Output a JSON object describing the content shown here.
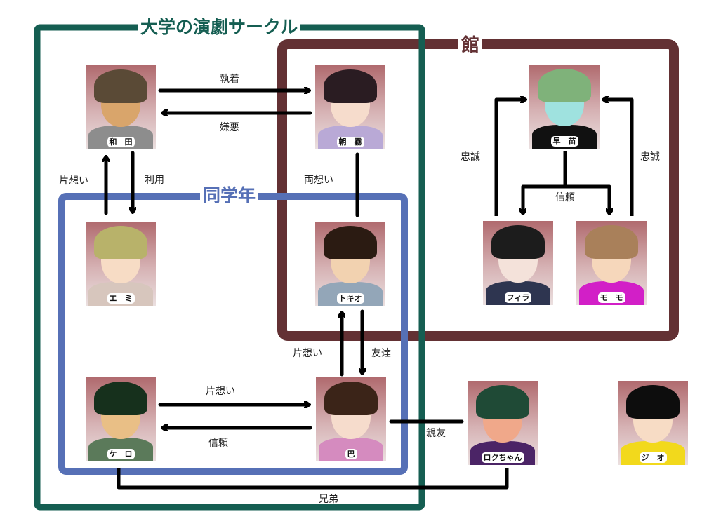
{
  "groups": {
    "circle": {
      "title": "大学の演劇サークル",
      "color": "#155e52"
    },
    "mansion": {
      "title": "館",
      "color": "#633134"
    },
    "same_year": {
      "title": "同学年",
      "color": "#5670b6"
    }
  },
  "characters": {
    "wada": {
      "name": "和　田",
      "hair": "#5a4a36",
      "skin": "#d9a56b",
      "body": "#8d8d8d"
    },
    "asagiri": {
      "name": "朝　霧",
      "hair": "#2a1c22",
      "skin": "#f6dccc",
      "body": "#b9a9d6"
    },
    "sanae": {
      "name": "早　苗",
      "hair": "#7fb27a",
      "skin": "#9fe2df",
      "body": "#111111"
    },
    "emi": {
      "name": "エ　ミ",
      "hair": "#b8b26a",
      "skin": "#f7dcc5",
      "body": "#d7c6bd"
    },
    "tokio": {
      "name": "トキオ",
      "hair": "#2b1b12",
      "skin": "#f2d2b0",
      "body": "#93a6b8"
    },
    "fira": {
      "name": "フィラ",
      "hair": "#1c1c1c",
      "skin": "#f4e2da",
      "body": "#2e3550"
    },
    "momo": {
      "name": "モ　モ",
      "hair": "#a9805a",
      "skin": "#f6d7bb",
      "body": "#d21fc7"
    },
    "kero": {
      "name": "ケ　ロ",
      "hair": "#16301c",
      "skin": "#e9bf86",
      "body": "#5b7a5a"
    },
    "tomoe": {
      "name": "巴",
      "hair": "#3b2418",
      "skin": "#f6dccc",
      "body": "#d58bbf"
    },
    "roku": {
      "name": "ロクちゃん",
      "hair": "#1f4a36",
      "skin": "#f0a88a",
      "body": "#4b2466"
    },
    "jio": {
      "name": "ジ　オ",
      "hair": "#0d0d0d",
      "skin": "#f7dcc5",
      "body": "#f2d91c"
    }
  },
  "relations": {
    "wada_to_asagiri": "執着",
    "asagiri_to_wada": "嫌悪",
    "emi_to_wada": "片想い",
    "wada_to_emi": "利用",
    "asagiri_tokio": "両想い",
    "fira_to_sanae": "忠誠",
    "momo_to_sanae": "忠誠",
    "sanae_to_fira_momo": "信頼",
    "tomoe_to_tokio": "片想い",
    "tokio_to_tomoe": "友達",
    "kero_to_tomoe": "片想い",
    "tomoe_to_kero": "信頼",
    "tomoe_roku": "親友",
    "kero_roku": "兄弟"
  }
}
